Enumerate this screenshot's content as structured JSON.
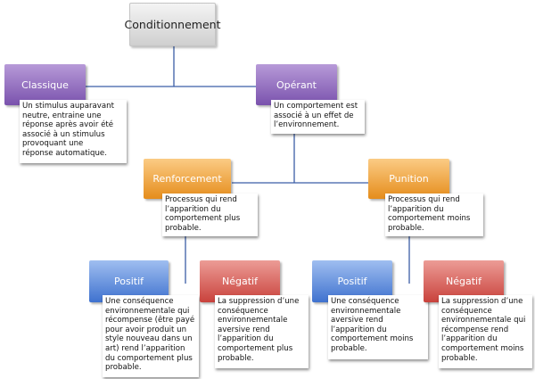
{
  "root": {
    "label": "Conditionnement"
  },
  "classique": {
    "label": "Classique",
    "description": "Un stimulus auparavant\nneutre, entraine  une\nréponse après avoir été\nassocié à un stimulus\nprovoquant une\nréponse automatique."
  },
  "operant": {
    "label": "Opérant",
    "description": "Un comportement est\nassocié à un effet de\nl’environnement."
  },
  "renforcement": {
    "label": "Renforcement",
    "description": "Processus qui rend\nl’apparition  du\ncomportement plus\nprobable."
  },
  "punition": {
    "label": "Punition",
    "description": "Processus qui rend\nl’apparition du\ncomportement moins\nprobable."
  },
  "renforcement_positif": {
    "label": "Positif",
    "description": "Une conséquence\nenvironnementale qui\nrécompense (être payé\npour avoir produit un\nstyle nouveau dans un\nart) rend l’apparition\ndu comportement plus\nprobable."
  },
  "renforcement_negatif": {
    "label": "Négatif",
    "description": "La suppression d’une\nconséquence\nenvironnementale\naversive rend\nl’apparition du\ncomportement plus\nprobable."
  },
  "punition_positif": {
    "label": "Positif",
    "description": "Une conséquence\nenvironnementale\naversive rend\nl’apparition du\ncomportement moins\nprobable."
  },
  "punition_negatif": {
    "label": "Négatif",
    "description": "La suppression d’une\nconséquence\nenvironnementale qui\nrécompense rend\nl’apparition du\ncomportement moins\nprobable."
  }
}
